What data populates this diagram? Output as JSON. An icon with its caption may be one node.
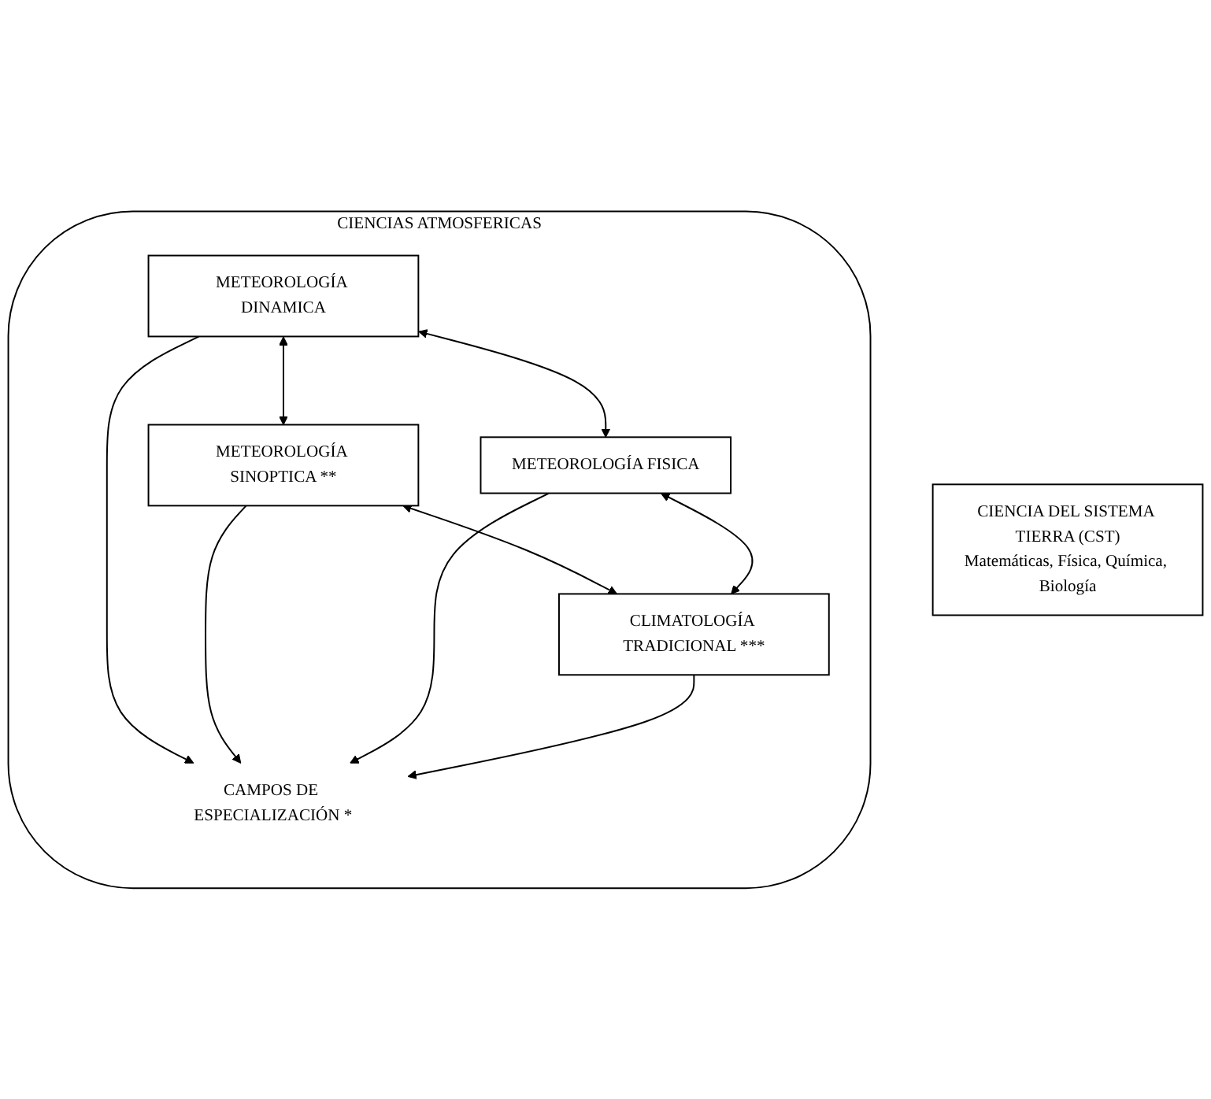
{
  "diagram": {
    "nodes": [
      {
        "text": [
          "CIENCIAS ATMOSFERICAS"
        ]
      },
      {
        "text": [
          "METEOROLOGÍA DINAMICA"
        ],
        "in": 0
      },
      {
        "text": [
          "METEOROLOGÍA SINOPTICA **"
        ],
        "in": 0
      },
      {
        "text": [
          "CAMPOS DE ESPECIALIZACIÓN *"
        ],
        "in": 0
      },
      {
        "text": [
          "METEOROLOGÍA FISICA"
        ],
        "in": 0
      },
      {
        "text": [
          "CLIMATOLOGÍA TRADICIONAL ***"
        ],
        "in": 0
      },
      {
        "text": [
          "CIENCIA DEL SISTEMA TIERRA (CST)",
          "Matemáticas, Física, Química, Biología"
        ]
      }
    ],
    "edges": [
      {
        "from": 1,
        "to": 2,
        "arrow": "both"
      },
      {
        "from": 1,
        "to": 4,
        "arrow": "both"
      },
      {
        "from": 2,
        "to": 5,
        "arrow": "both"
      },
      {
        "from": 4,
        "to": 5,
        "arrow": "both"
      },
      {
        "from": 1,
        "to": 3,
        "arrow": "to"
      },
      {
        "from": 2,
        "to": 3,
        "arrow": "to"
      },
      {
        "from": 4,
        "to": 3,
        "arrow": "to"
      },
      {
        "from": 5,
        "to": 3,
        "arrow": "to"
      }
    ]
  }
}
